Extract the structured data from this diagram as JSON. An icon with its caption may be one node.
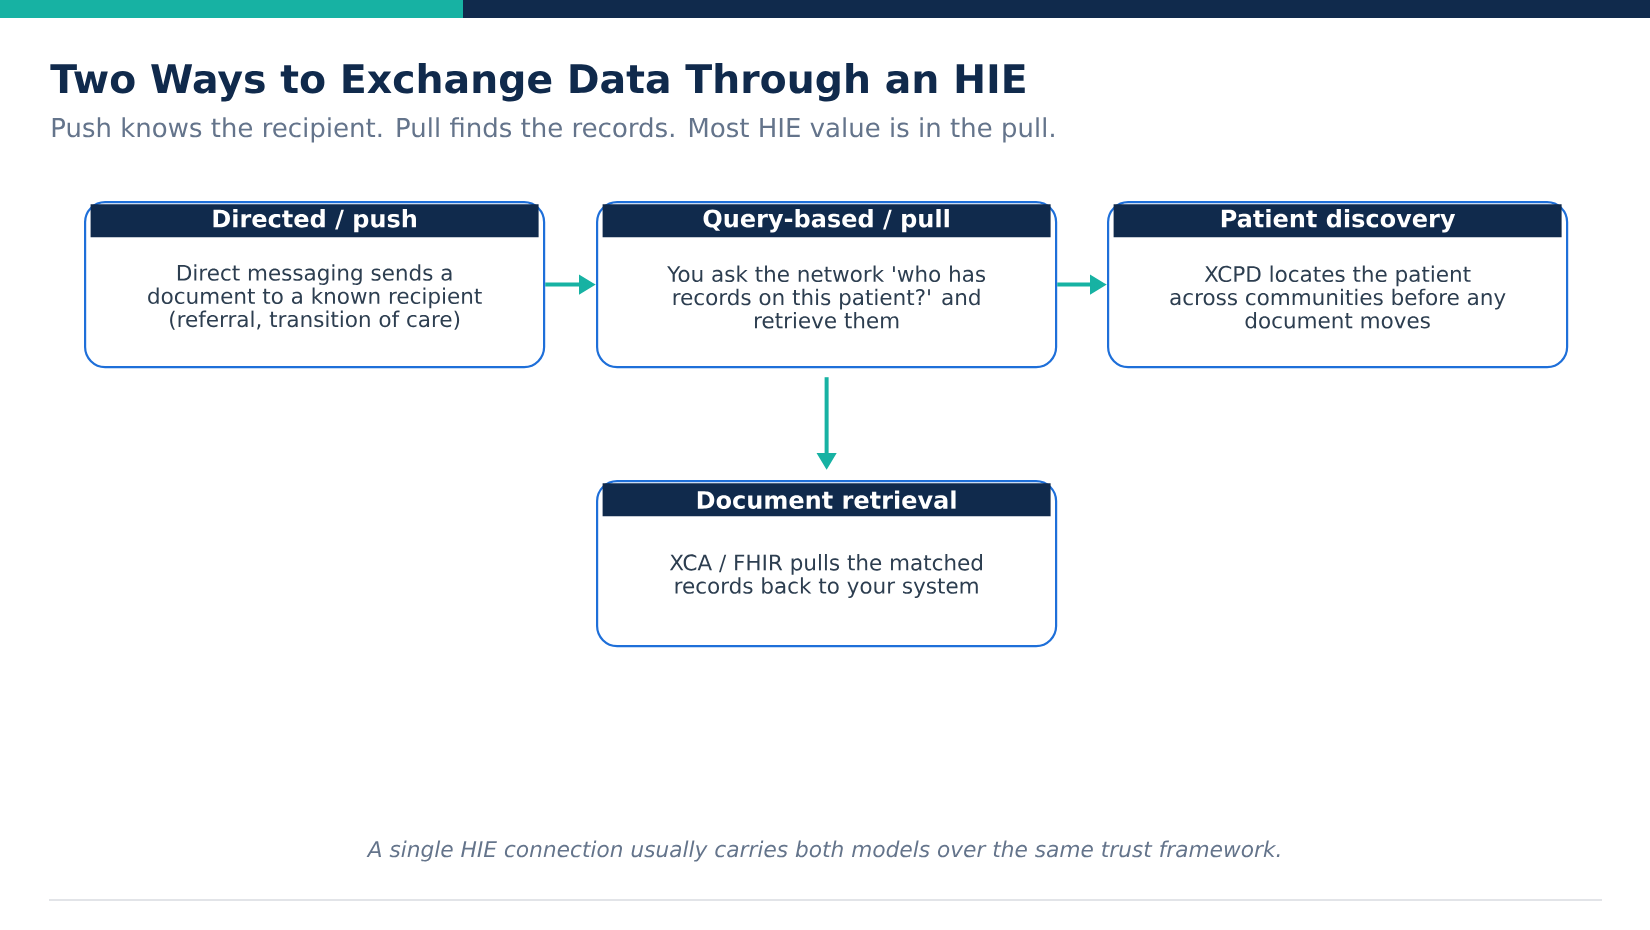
{
  "diagram": {
    "title": "Two Ways to Exchange Data Through an HIE",
    "labels": [
      "Push knows the recipient. Pull finds the records. Most HIE value is in the pull."
    ],
    "nodes": [
      {
        "text": [
          "Directed / push",
          "Direct messaging sends a document to a known recipient (referral, transition of care)"
        ]
      },
      {
        "text": [
          "Query-based / pull",
          "You ask the network 'who has records on this patient?' and retrieve them"
        ]
      },
      {
        "text": [
          "Patient discovery",
          "XCPD locates the patient across communities before any document moves"
        ]
      },
      {
        "text": [
          "Document retrieval",
          "XCA / FHIR pulls the matched records back to your system"
        ]
      }
    ],
    "edges": [
      {
        "from": 0,
        "to": 1,
        "arrow": "to"
      },
      {
        "from": 1,
        "to": 2,
        "arrow": "to"
      },
      {
        "from": 1,
        "to": 3,
        "arrow": "to"
      }
    ],
    "caption": "A single HIE connection usually carries both models over the same trust framework."
  }
}
